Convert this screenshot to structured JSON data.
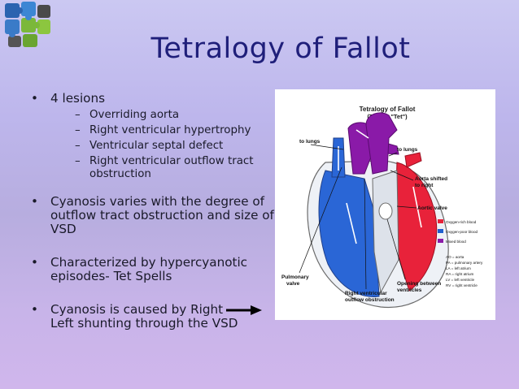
{
  "slide": {
    "title": "Tetralogy of Fallot",
    "logo_icon": "puzzle-pieces-logo-icon"
  },
  "bullets": [
    {
      "text": "4 lesions",
      "sub": [
        "Overriding aorta",
        "Right ventricular hypertrophy",
        "Ventricular septal defect",
        "Right ventricular outflow tract obstruction"
      ]
    },
    {
      "text": "Cyanosis varies with the degree of outflow tract obstruction and size of VSD"
    },
    {
      "text": "Characterized by hypercyanotic episodes- Tet Spells"
    },
    {
      "text_before_arrow": "Cyanosis is caused by Right",
      "text_after_arrow": "Left shunting through the VSD"
    }
  ],
  "bullet_glyph": "•",
  "sub_glyph": "–",
  "figure": {
    "title_line1": "Tetralogy of Fallot",
    "title_line2": "(TOF or \"Tet\")",
    "label_to_lungs_left": "to lungs",
    "label_to_lungs_right": "to lungs",
    "label_aorta_1": "Aorta shifted",
    "label_aorta_2": "to right",
    "label_aortic_valve": "Aortic valve",
    "label_pulm_1": "Pulmonary",
    "label_pulm_2": "valve",
    "label_rvoo_1": "Right ventricular",
    "label_rvoo_2": "outflow obstruction",
    "label_open_1": "Opening between",
    "label_open_2": "ventricles",
    "legend": [
      {
        "label": "Oxygen-rich blood",
        "color": "#e8223a"
      },
      {
        "label": "Oxygen-poor blood",
        "color": "#1f5fcf"
      },
      {
        "label": "Mixed blood",
        "color": "#8a1aa8"
      }
    ],
    "abbreviations": [
      "AO = aorta",
      "PA = pulmonary artery",
      "LA = left atrium",
      "RA = right atrium",
      "LV = left ventricle",
      "RV = right ventricle"
    ]
  }
}
